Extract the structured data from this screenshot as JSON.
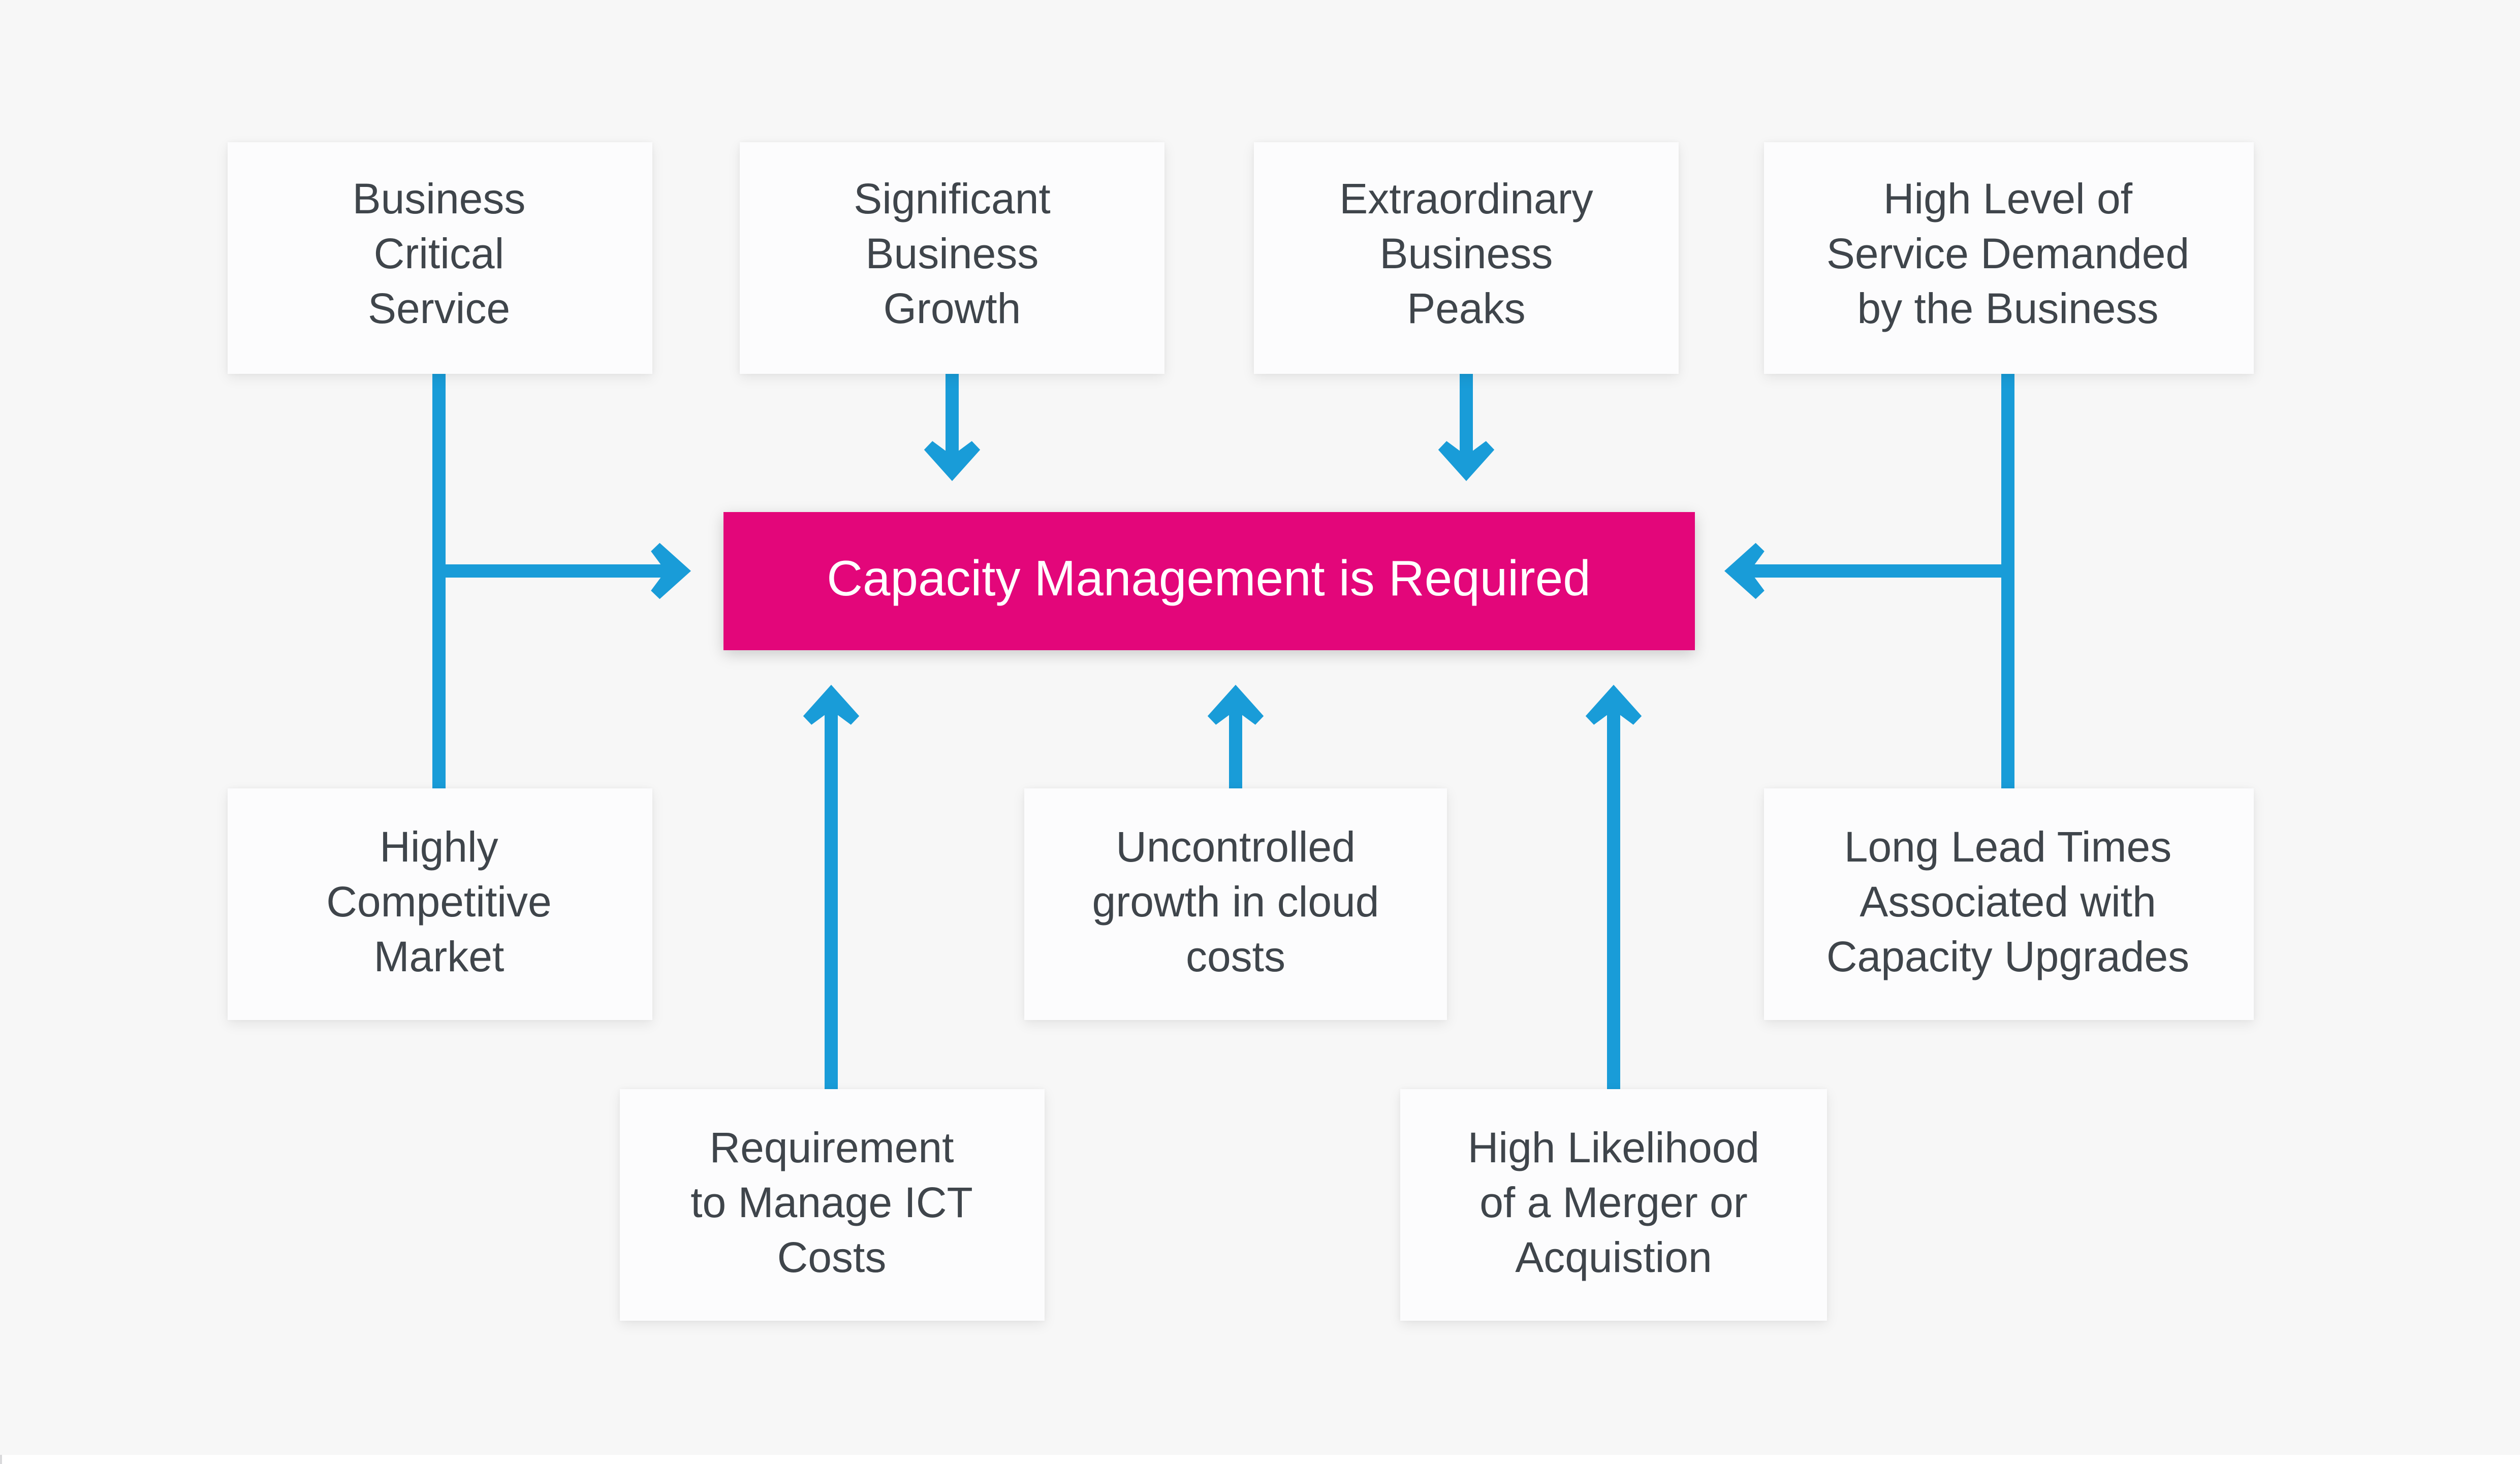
{
  "colors": {
    "canvas-bg": "#f7f7f7",
    "box-bg": "#fcfcfd",
    "text-dark": "#3f454b",
    "arrow-blue": "#199cd8",
    "accent-pink": "#e3067a",
    "center-text": "#ffffff"
  },
  "diagram": {
    "center": {
      "label": "Capacity Management is Required"
    },
    "top_row": [
      {
        "label": "Business\nCritical\nService"
      },
      {
        "label": "Significant\nBusiness\nGrowth"
      },
      {
        "label": "Extraordinary\nBusiness\nPeaks"
      },
      {
        "label": "High Level of\nService Demanded\nby the Business"
      }
    ],
    "middle_row": [
      {
        "label": "Highly\nCompetitive\nMarket"
      },
      {
        "label": "Uncontrolled\ngrowth in cloud\ncosts"
      },
      {
        "label": "Long Lead Times\nAssociated with\nCapacity Upgrades"
      }
    ],
    "bottom_row": [
      {
        "label": "Requirement\nto Manage ICT\nCosts"
      },
      {
        "label": "High Likelihood\nof a Merger or\nAcquistion"
      }
    ]
  }
}
